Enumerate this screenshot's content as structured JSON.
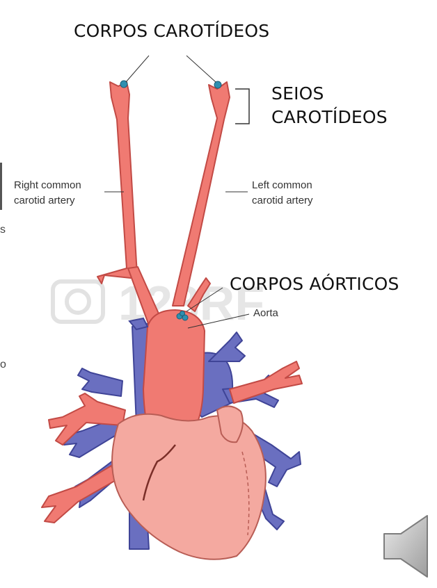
{
  "title": "CORPOS CAROTÍDEOS",
  "sinus_label": [
    "SEIOS",
    "CAROTÍDEOS"
  ],
  "aortic_bodies_label": "CORPOS AÓRTICOS",
  "right_carotid_label": [
    "Right common",
    "carotid artery"
  ],
  "left_carotid_label": [
    "Left common",
    "carotid artery"
  ],
  "aorta_label": "Aorta",
  "watermark": "123RF",
  "edge_fragments": [
    "s",
    "o"
  ],
  "icons": {
    "audio": "speaker-icon"
  },
  "colors": {
    "artery": "#f07a72",
    "artery_stroke": "#c24a45",
    "vein": "#6a6fc0",
    "vein_stroke": "#3f4497",
    "heart": "#f4a9a0",
    "heart_stroke": "#b85d55",
    "chemoreceptor": "#2f8fb0"
  }
}
